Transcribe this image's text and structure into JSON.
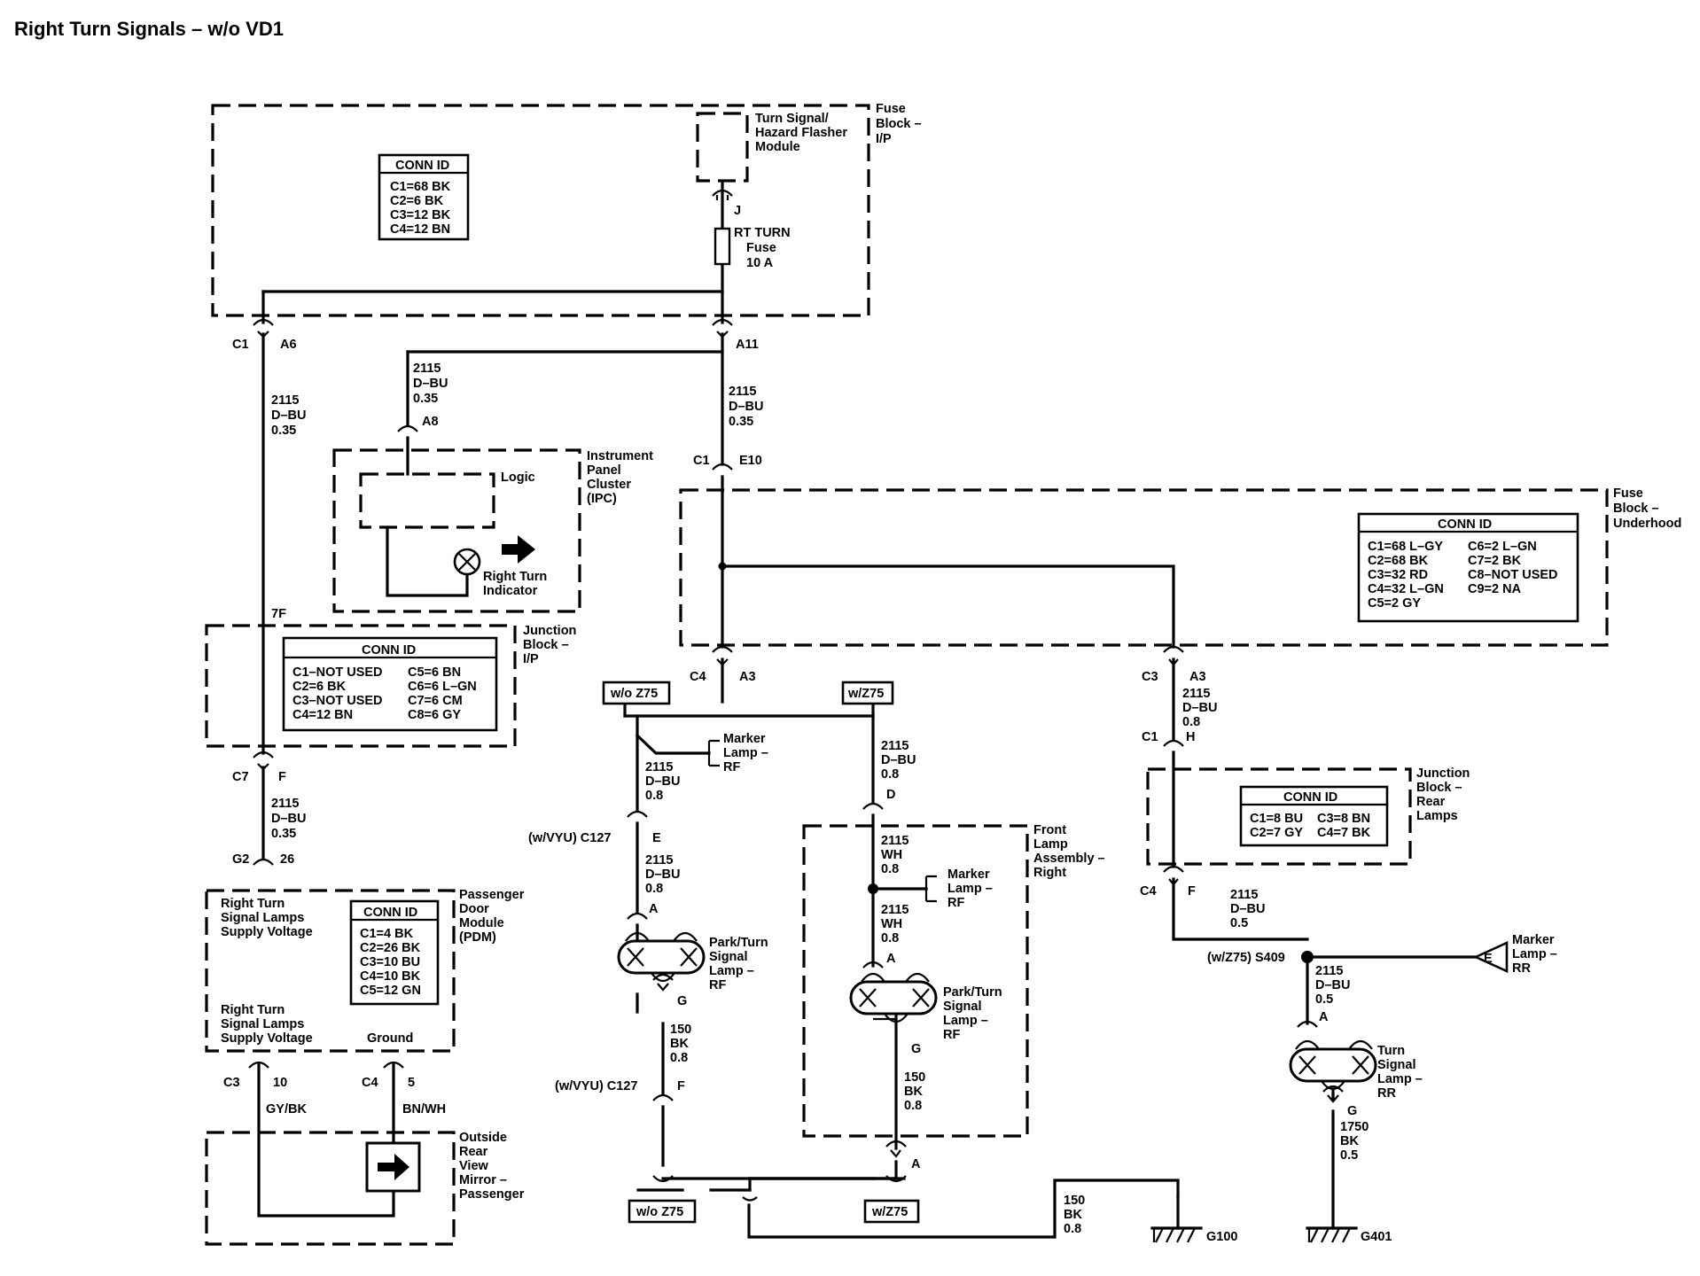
{
  "title": "Right Turn Signals – w/o VD1",
  "fuse_block_ip": {
    "label": [
      "Fuse",
      "Block –",
      "I/P"
    ],
    "module_label": [
      "Turn Signal/",
      "Hazard Flasher",
      "Module"
    ],
    "module_pin": "J",
    "fuse_label": [
      "RT TURN",
      "Fuse",
      "10 A"
    ],
    "conn_id": {
      "header": "CONN ID",
      "rows": [
        "C1=68 BK",
        "C2=6 BK",
        "C3=12 BK",
        "C4=12 BN"
      ]
    },
    "conn_a6": [
      "C1",
      "A6"
    ],
    "conn_a11": "A11"
  },
  "wires": {
    "w_ipc": [
      "2115",
      "D–BU",
      "0.35"
    ],
    "w_left": [
      "2115",
      "D–BU",
      "0.35"
    ],
    "w_center": [
      "2115",
      "D–BU",
      "0.35"
    ],
    "w_c7": [
      "2115",
      "D–BU",
      "0.35"
    ],
    "w_c3": [
      "2115",
      "D–BU",
      "0.8"
    ],
    "w_c4f": [
      "2115",
      "D–BU",
      "0.5"
    ],
    "w_rr": [
      "2115",
      "D–BU",
      "0.5"
    ],
    "w_wo_z75_1": [
      "2115",
      "D–BU",
      "0.8"
    ],
    "w_wo_z75_2": [
      "2115",
      "D–BU",
      "0.8"
    ],
    "w_z75_1": [
      "2115",
      "D–BU",
      "0.8"
    ],
    "w_z75_2": [
      "2115",
      "WH",
      "0.8"
    ],
    "w_z75_3": [
      "2115",
      "WH",
      "0.8"
    ],
    "w_gnd_left": [
      "150",
      "BK",
      "0.8"
    ],
    "w_gnd_mid": [
      "150",
      "BK",
      "0.8"
    ],
    "w_gnd_main": [
      "150",
      "BK",
      "0.8"
    ],
    "w_gnd_rear": [
      "1750",
      "BK",
      "0.5"
    ],
    "w_gybk": "GY/BK",
    "w_bnwh": "BN/WH"
  },
  "ipc": {
    "label": [
      "Instrument",
      "Panel",
      "Cluster",
      "(IPC)"
    ],
    "pin": "A8",
    "logic": "Logic",
    "indicator": [
      "Right Turn",
      "Indicator"
    ],
    "pin_7f": "7F"
  },
  "junction_ip": {
    "label": [
      "Junction",
      "Block –",
      "I/P"
    ],
    "conn_id": {
      "header": "CONN ID",
      "rows": [
        [
          "C1–NOT USED",
          "C5=6 BN"
        ],
        [
          "C2=6 BK",
          "C6=6 L–GN"
        ],
        [
          "C3–NOT USED",
          "C7=6 CM"
        ],
        [
          "C4=12 BN",
          "C8=6 GY"
        ]
      ]
    },
    "conn_c7": [
      "C7",
      "F"
    ],
    "conn_g2": [
      "G2",
      "26"
    ]
  },
  "pdm": {
    "label": [
      "Passenger",
      "Door",
      "Module",
      "(PDM)"
    ],
    "supply_1": [
      "Right Turn",
      "Signal Lamps",
      "Supply Voltage"
    ],
    "supply_2": [
      "Right Turn",
      "Signal Lamps",
      "Supply Voltage"
    ],
    "ground": "Ground",
    "conn_id": {
      "header": "CONN ID",
      "rows": [
        "C1=4 BK",
        "C2=26 BK",
        "C3=10 BU",
        "C4=10 BK",
        "C5=12 GN"
      ]
    },
    "conn_c3": [
      "C3",
      "10"
    ],
    "conn_c4": [
      "C4",
      "5"
    ]
  },
  "mirror": {
    "label": [
      "Outside",
      "Rear",
      "View",
      "Mirror –",
      "Passenger"
    ]
  },
  "fuse_underhood": {
    "label": [
      "Fuse",
      "Block –",
      "Underhood"
    ],
    "conn_c1_e10": [
      "C1",
      "E10"
    ],
    "conn_c4_a3": [
      "C4",
      "A3"
    ],
    "conn_c3_a3": [
      "C3",
      "A3"
    ],
    "conn_id": {
      "header": "CONN ID",
      "rows": [
        [
          "C1=68 L–GY",
          "C6=2 L–GN"
        ],
        [
          "C2=68 BK",
          "C7=2 BK"
        ],
        [
          "C3=32 RD",
          "C8–NOT USED"
        ],
        [
          "C4=32 L–GN",
          "C9=2 NA"
        ],
        [
          "C5=2 GY",
          ""
        ]
      ]
    }
  },
  "options": {
    "wo_z75": "w/o Z75",
    "w_z75": "w/Z75"
  },
  "front_left": {
    "marker": [
      "Marker",
      "Lamp –",
      "RF"
    ],
    "c127_e": [
      "(w/VYU) C127",
      "E"
    ],
    "pin_a": "A",
    "lamp": [
      "Park/Turn",
      "Signal",
      "Lamp –",
      "RF"
    ],
    "pin_g": "G",
    "c127_f": [
      "(w/VYU) C127",
      "F"
    ]
  },
  "front_right": {
    "assembly": [
      "Front",
      "Lamp",
      "Assembly –",
      "Right"
    ],
    "pin_d": "D",
    "marker": [
      "Marker",
      "Lamp –",
      "RF"
    ],
    "pin_a": "A",
    "lamp": [
      "Park/Turn",
      "Signal",
      "Lamp –",
      "RF"
    ],
    "pin_g": "G",
    "pin_a2": "A"
  },
  "rear": {
    "conn_c1_h": [
      "C1",
      "H"
    ],
    "junction_label": [
      "Junction",
      "Block –",
      "Rear",
      "Lamps"
    ],
    "conn_id": {
      "header": "CONN ID",
      "rows": [
        [
          "C1=8 BU",
          "C3=8 BN"
        ],
        [
          "C2=7 GY",
          "C4=7 BK"
        ]
      ]
    },
    "conn_c4_f": [
      "C4",
      "F"
    ],
    "splice": "(w/Z75) S409",
    "marker": [
      "Marker",
      "Lamp –",
      "RR"
    ],
    "marker_pin": "E",
    "pin_a": "A",
    "lamp": [
      "Turn",
      "Signal",
      "Lamp –",
      "RR"
    ],
    "pin_g": "G"
  },
  "grounds": {
    "g100": "G100",
    "g401": "G401"
  }
}
